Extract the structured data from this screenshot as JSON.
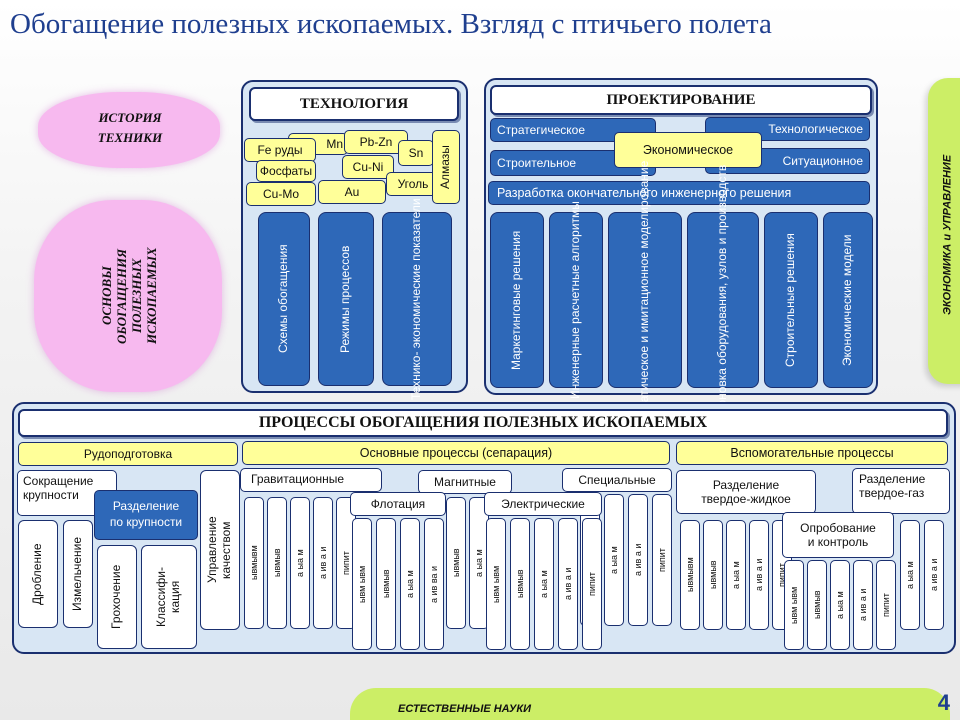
{
  "title": "Обогащение полезных ископаемых. Взгляд с птичьего полета",
  "page_number": "4",
  "side_label": "ЭКОНОМИКА и УПРАВЛЕНИЕ",
  "bottom_label": "ЕСТЕСТВЕННЫЕ НАУКИ",
  "history_label": "ИСТОРИЯ\nТЕХНИКИ",
  "basics_label": "ОСНОВЫ\nОБОГАЩЕНИЯ\nПОЛЕЗНЫХ\nИСКОПАЕМЫХ",
  "technology": {
    "header": "ТЕХНОЛОГИЯ",
    "materials": [
      "Fe руды",
      "Mn",
      "Pb-Zn",
      "Sn",
      "Cu-Ni",
      "Фосфаты",
      "Au",
      "Уголь",
      "Cu-Mo",
      "Алмазы"
    ],
    "columns": [
      "Схемы обогащения",
      "Режимы процессов",
      "Технико-\nэкономические\nпоказатели"
    ]
  },
  "design": {
    "header": "ПРОЕКТИРОВАНИЕ",
    "tags": [
      "Стратегическое",
      "Технологическое",
      "Экономическое",
      "Строительное",
      "Ситуационное"
    ],
    "final_solution": "Разработка окончательного инженерного решения",
    "columns": [
      "Маркетинговые\nрешения",
      "Инженерные\nрасчетные алгоритмы",
      "Математическое и\nимитационное\nмоделирование",
      "Компоновка\nоборудования, узлов\nи производств",
      "Строительные\nрешения",
      "Экономические\nмодели"
    ]
  },
  "processes": {
    "header": "ПРОЦЕССЫ ОБОГАЩЕНИЯ ПОЛЕЗНЫХ ИСКОПАЕМЫХ",
    "groups": [
      "Рудоподготовка",
      "Основные процессы (сепарация)",
      "Вспомогательные процессы"
    ],
    "ore_prep": {
      "size_reduction": "Сокращение\nкрупности",
      "size_separation": "Разделение\nпо крупности",
      "crushing": "Дробление",
      "grinding": "Измельчение",
      "screening": "Грохочение",
      "classification": "Классифи-\nкация",
      "quality": "Управление\nкачеством"
    },
    "main": {
      "gravity": "Гравитационные",
      "magnetic": "Магнитные",
      "special": "Специальные",
      "flotation": "Флотация",
      "electric": "Электрические"
    },
    "aux": {
      "solid_liquid": "Разделение\nтвердое-жидкое",
      "solid_gas": "Разделение\nтвердое-газ",
      "sampling": "Опробование\nи контроль"
    },
    "filler": {
      "a": "ывмывм",
      "b": "ывмыв",
      "c": "а ыа м",
      "d": "а ив а и",
      "e": "пипит",
      "f": "а ив ва и",
      "g": "пипит",
      "h": "ывм ывм"
    }
  }
}
